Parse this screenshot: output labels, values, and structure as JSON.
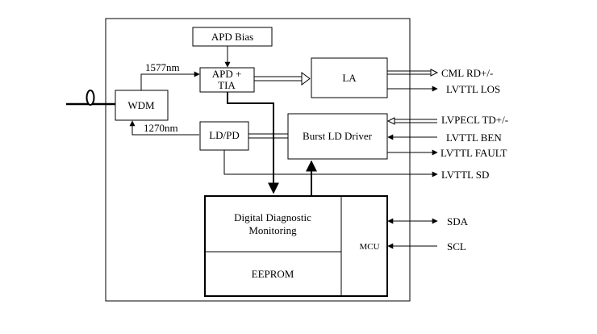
{
  "blocks": {
    "apd_bias": "APD Bias",
    "apd_tia_line1": "APD +",
    "apd_tia_line2": "TIA",
    "la": "LA",
    "wdm": "WDM",
    "ld_pd": "LD/PD",
    "burst_ld_driver": "Burst LD Driver",
    "ddm_line1": "Digital Diagnostic",
    "ddm_line2": "Monitoring",
    "eeprom": "EEPROM",
    "mcu": "MCU"
  },
  "wavelengths": {
    "rx": "1577nm",
    "tx": "1270nm"
  },
  "signals": {
    "cml_rd": "CML RD+/-",
    "lvttl_los": "LVTTL LOS",
    "lvpecl_td": "LVPECL TD+/-",
    "lvttl_ben": "LVTTL BEN",
    "lvttl_fault": "LVTTL FAULT",
    "lvttl_sd": "LVTTL SD",
    "sda": "SDA",
    "scl": "SCL"
  }
}
